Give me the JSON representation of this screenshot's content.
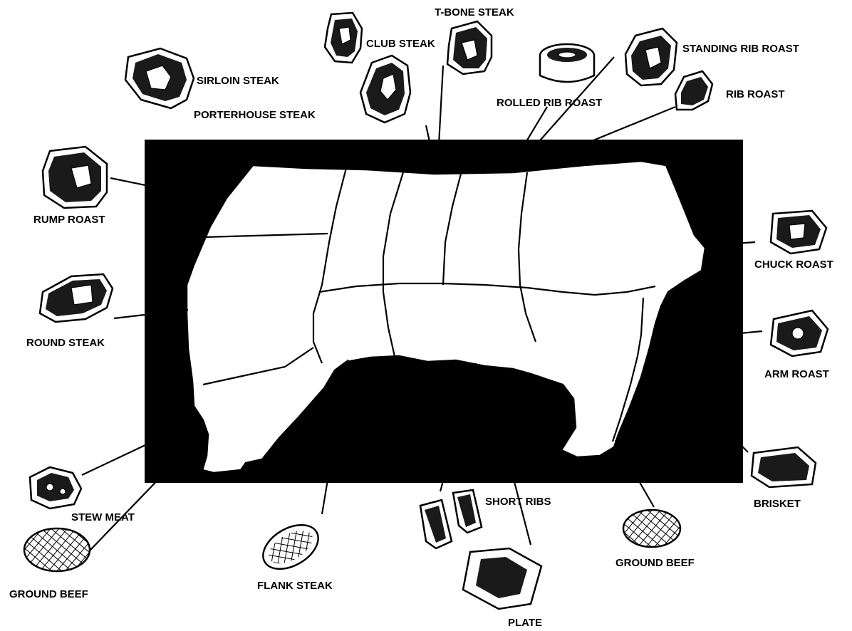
{
  "labels": {
    "sirloin_steak": "SIRLOIN STEAK",
    "porterhouse_steak": "PORTERHOUSE STEAK",
    "club_steak": "CLUB STEAK",
    "t_bone_steak": "T-BONE STEAK",
    "rolled_rib_roast": "ROLLED RIB ROAST",
    "standing_rib_roast": "STANDING RIB ROAST",
    "rib_roast": "RIB ROAST",
    "rump_roast": "RUMP ROAST",
    "chuck_roast": "CHUCK ROAST",
    "round_steak": "ROUND STEAK",
    "arm_roast": "ARM ROAST",
    "brisket": "BRISKET",
    "stew_meat": "STEW MEAT",
    "ground_beef_left": "GROUND BEEF",
    "flank_steak": "FLANK STEAK",
    "short_ribs": "SHORT RIBS",
    "plate": "PLATE",
    "ground_beef_right": "GROUND BEEF"
  },
  "colors": {
    "background_panel": "#000000",
    "body_fill": "#ffffff",
    "meat_dark": "#1a1a1a"
  }
}
